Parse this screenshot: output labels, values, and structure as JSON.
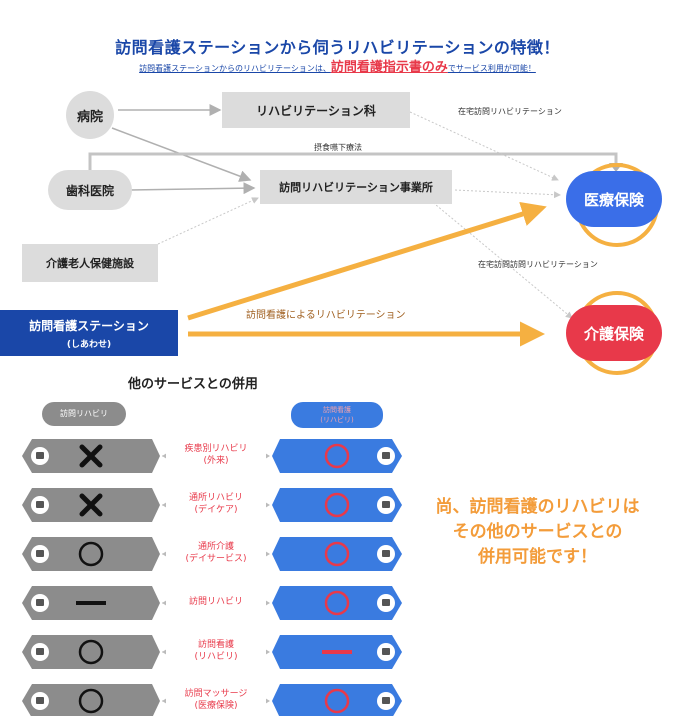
{
  "title": "訪問看護ステーションから伺うリハビリテーションの特徴！",
  "subtitle": {
    "pre": "訪問看護ステーションからのリハビリテーションは、",
    "highlight": "訪問看護指示書のみ",
    "post": "でサービス利用が可能！"
  },
  "nodes": {
    "hospital": "病院",
    "dental": "歯科医院",
    "care_facility": "介護老人保健施設",
    "rehab_dept": "リハビリテーション科",
    "rehab_office": "訪問リハビリテーション事業所",
    "station_line1": "訪問看護ステーション",
    "station_line2": "(しあわせ)"
  },
  "insurance": {
    "medical": "医療保険",
    "care": "介護保険"
  },
  "labels": {
    "home_rehab_1": "在宅訪問リハビリテーション",
    "swallow": "摂食嚥下療法",
    "home_rehab_2": "在宅訪問訪問リハビリテーション",
    "nurse_rehab": "訪問看護によるリハビリテーション"
  },
  "section_title": "他のサービスとの併用",
  "left_header": "訪問リハビリ",
  "right_header": "訪問看護\n(リハビリ)",
  "rows": [
    {
      "label": "疾患別リハビリ\n(外来)",
      "left": "cross",
      "right": "circle",
      "icon": "hospital-icon"
    },
    {
      "label": "通所リハビリ\n(デイケア)",
      "left": "cross",
      "right": "circle",
      "icon": "bus-icon"
    },
    {
      "label": "通所介護\n(デイサービス)",
      "left": "circle",
      "right": "circle",
      "icon": "wheelchair-icon"
    },
    {
      "label": "訪問リハビリ",
      "left": "dash",
      "right": "circle",
      "icon": "walking-aid-icon"
    },
    {
      "label": "訪問看護\n(リハビリ)",
      "left": "circle",
      "right": "dash",
      "icon": "nurse-icon"
    },
    {
      "label": "訪問マッサージ\n(医療保険)",
      "left": "circle",
      "right": "circle",
      "icon": "massage-icon"
    }
  ],
  "note": [
    "尚、訪問看護のリハビリは",
    "その他のサービスとの",
    "併用可能です！"
  ],
  "colors": {
    "blue": "#1a47a8",
    "lightblue": "#3a7be0",
    "orange": "#f5b041",
    "red": "#e8394a",
    "gray": "#8c8c8c"
  }
}
